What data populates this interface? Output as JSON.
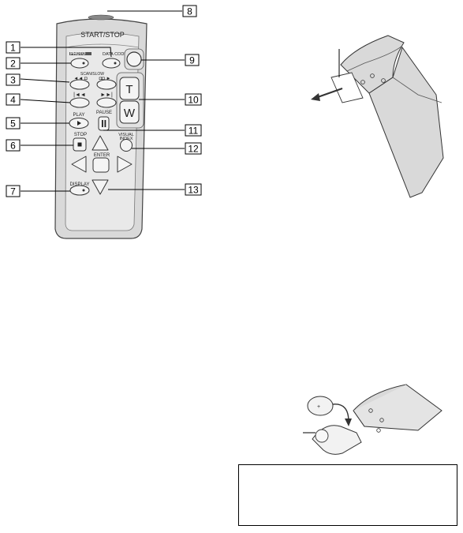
{
  "remote": {
    "labels": {
      "start_stop": "START/STOP",
      "data_code": "DATA CODE",
      "photo": "PHOTO",
      "scan_slow": "SCAN/SLOW",
      "play": "PLAY",
      "pause": "PAUSE",
      "stop": "STOP",
      "visual_index": "VISUAL INDEX",
      "enter": "ENTER",
      "display": "DISPLAY",
      "zoom_t": "T",
      "zoom_w": "W"
    }
  },
  "callouts": [
    "1",
    "2",
    "3",
    "4",
    "5",
    "6",
    "7",
    "8",
    "9",
    "10",
    "11",
    "12",
    "13"
  ],
  "note_box": {
    "text": ""
  }
}
